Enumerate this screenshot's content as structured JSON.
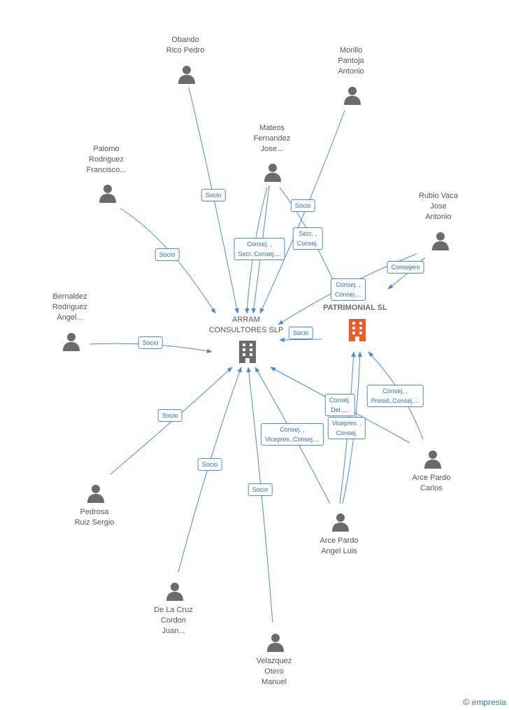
{
  "companies": [
    {
      "id": "arram",
      "label": "ARRAM\nCONSULTORES SLP",
      "color": "#6b6b6b"
    },
    {
      "id": "patrimonial",
      "label": "PATRIMONIAL SL",
      "color": "#f05a28"
    }
  ],
  "people": [
    {
      "id": "obando",
      "label": "Obando\nRico Pedro"
    },
    {
      "id": "morillo",
      "label": "Morillo\nPantoja\nAntonio"
    },
    {
      "id": "mateos",
      "label": "Mateos\nFernandez\nJose..."
    },
    {
      "id": "palomo",
      "label": "Palomo\nRodriguez\nFrancisco..."
    },
    {
      "id": "rubio",
      "label": "Rubio Vaca\nJose\nAntonio"
    },
    {
      "id": "bernaldez",
      "label": "Bernaldez\nRodriguez\nAngel..."
    },
    {
      "id": "pedrosa",
      "label": "Pedrosa\nRuiz Sergio"
    },
    {
      "id": "delacruz",
      "label": "De La Cruz\nCordon\nJuan..."
    },
    {
      "id": "velazquez",
      "label": "Velazquez\nOtero\nManuel"
    },
    {
      "id": "arcepardoangel",
      "label": "Arce Pardo\nAngel Luis"
    },
    {
      "id": "arcepardocarlos",
      "label": "Arce Pardo\nCarlos"
    }
  ],
  "edge_labels": [
    {
      "id": "e1",
      "label": "Socio"
    },
    {
      "id": "e2",
      "label": "Socio"
    },
    {
      "id": "e3",
      "label": "Secr. ,\nConsej."
    },
    {
      "id": "e4",
      "label": "Consej. ,\nSecr.,Consej...."
    },
    {
      "id": "e5",
      "label": "Socio"
    },
    {
      "id": "e6",
      "label": "Consejero"
    },
    {
      "id": "e7",
      "label": "Consej. ,\nConsej...."
    },
    {
      "id": "e8",
      "label": "Socio"
    },
    {
      "id": "e9",
      "label": "Socio"
    },
    {
      "id": "e10",
      "label": "Socio"
    },
    {
      "id": "e11",
      "label": "Socio"
    },
    {
      "id": "e12",
      "label": "Socio"
    },
    {
      "id": "e13",
      "label": "Consej. ,\nVicepres.,Consej...."
    },
    {
      "id": "e14",
      "label": "Consej.\nDel.,..."
    },
    {
      "id": "e15",
      "label": "Vicepres. ,\nConsej."
    },
    {
      "id": "e16",
      "label": "Consej. ,\nPresid.,Consej...."
    }
  ],
  "footer": {
    "copyright": "©",
    "brand_e": "e",
    "brand_rest": "mpresia"
  },
  "colors": {
    "edge": "#4a8ad8",
    "person": "#6b6b6b",
    "highlight_company": "#f05a28"
  }
}
